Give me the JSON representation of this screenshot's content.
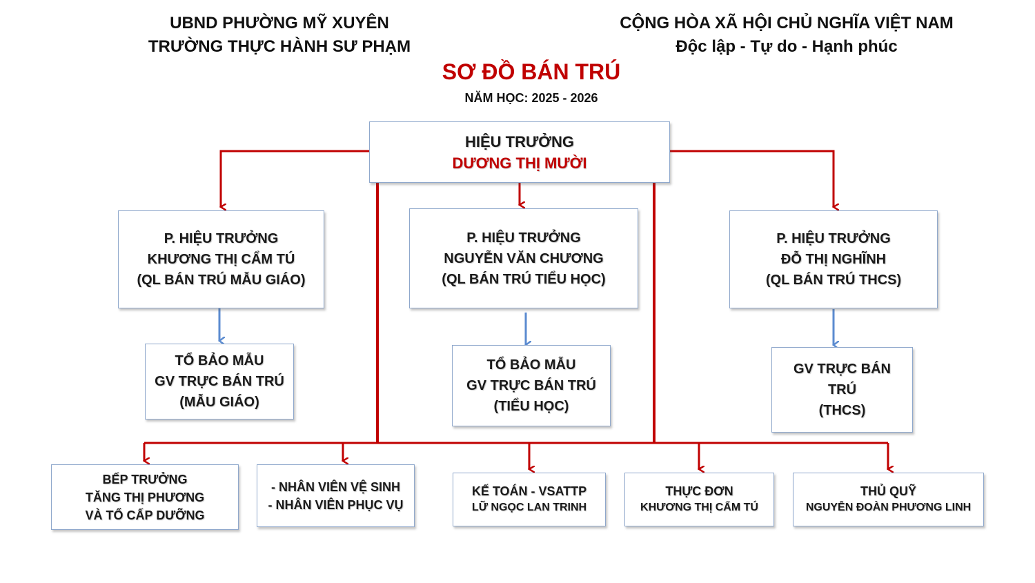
{
  "header": {
    "left_line1": "UBND PHƯỜNG MỸ XUYÊN",
    "left_line2": "TRƯỜNG THỰC HÀNH SƯ PHẠM",
    "right_line1": "CỘNG HÒA XÃ HỘI CHỦ NGHĨA VIỆT NAM",
    "right_line2": "Độc lập - Tự do - Hạnh phúc"
  },
  "title": "SƠ ĐỒ BÁN TRÚ",
  "school_year": "NĂM HỌC: 2025 - 2026",
  "principal": {
    "role": "HIỆU TRƯỞNG",
    "name": "DƯƠNG THỊ MƯỜI"
  },
  "vice_principals": [
    {
      "role": "P. HIỆU TRƯỞNG",
      "name": "KHƯƠNG THỊ CẨM TÚ",
      "scope": "(QL BÁN TRÚ MẪU GIÁO)"
    },
    {
      "role": "P. HIỆU TRƯỞNG",
      "name": "NGUYỄN VĂN CHƯƠNG",
      "scope": "(QL BÁN TRÚ TIỂU HỌC)"
    },
    {
      "role": "P. HIỆU TRƯỞNG",
      "name": "ĐỖ THỊ NGHĨNH",
      "scope": "(QL BÁN TRÚ THCS)"
    }
  ],
  "teams": [
    {
      "line1": "TỔ BẢO MẪU",
      "line2": "GV TRỰC BÁN TRÚ",
      "line3": "(MẪU GIÁO)"
    },
    {
      "line1": "TỔ BẢO MẪU",
      "line2": "GV TRỰC BÁN TRÚ",
      "line3": "(TIỂU HỌC)"
    },
    {
      "line1": "GV TRỰC BÁN",
      "line2": "TRÚ",
      "line3": "(THCS)"
    }
  ],
  "staff": [
    {
      "line1": "BẾP TRƯỞNG",
      "line2": "TĂNG THỊ PHƯƠNG",
      "line3": "VÀ TỔ CẤP DƯỠNG"
    },
    {
      "line1": "- NHÂN VIÊN VỆ SINH",
      "line2": "- NHÂN VIÊN PHỤC VỤ"
    },
    {
      "line1": "KẾ TOÁN - VSATTP",
      "line2": "LỮ NGỌC LAN TRINH"
    },
    {
      "line1": "THỰC ĐƠN",
      "line2": "KHƯƠNG THỊ CẨM TÚ"
    },
    {
      "line1": "THỦ QUỸ",
      "line2": "NGUYỄN ĐOÀN PHƯƠNG LINH"
    }
  ],
  "colors": {
    "accent_red": "#c00000",
    "arrow_blue": "#5b8bd0",
    "box_border": "#8fa8cc"
  }
}
